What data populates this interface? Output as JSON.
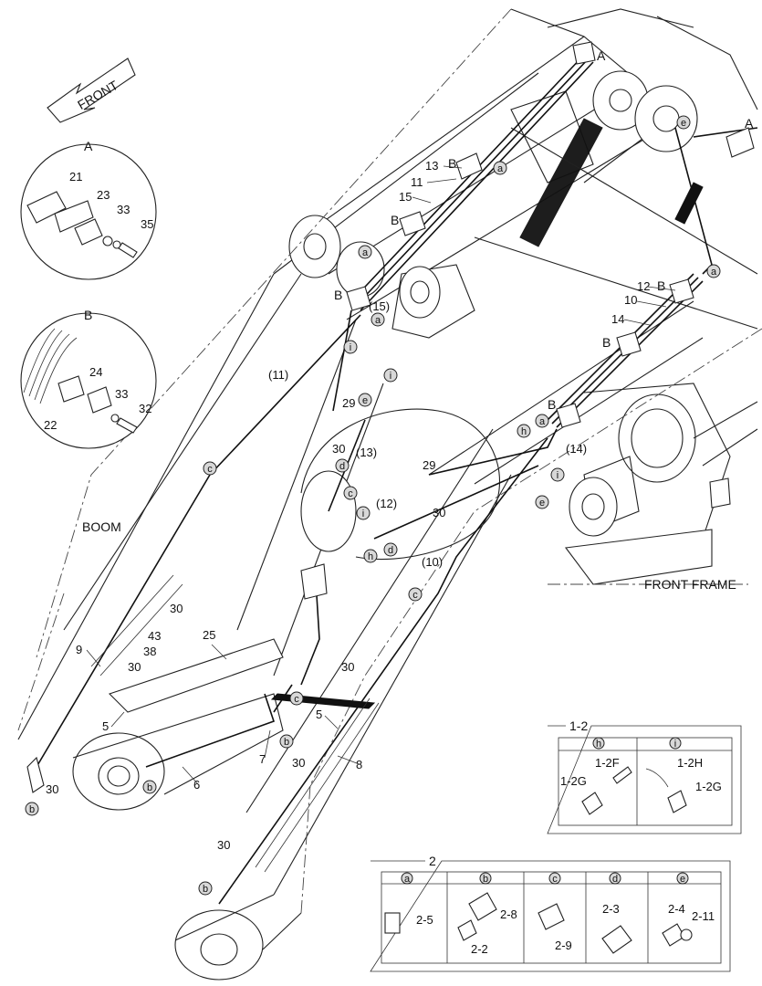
{
  "labels": {
    "front": "FRONT",
    "boom": "BOOM",
    "front_frame": "FRONT FRAME",
    "detail_a": "A",
    "detail_b": "B",
    "marker_a": "A",
    "marker_b": "B",
    "box_1_2": "1-2",
    "box_2": "2"
  },
  "detail_a_parts": [
    "21",
    "23",
    "33",
    "35"
  ],
  "detail_b_parts": [
    "24",
    "33",
    "22",
    "32"
  ],
  "callouts": {
    "p13": "13",
    "p11": "11",
    "p15": "15",
    "p12": "12",
    "p10": "10",
    "p14": "14",
    "p15b": "(15)",
    "p11b": "(11)",
    "p13b": "(13)",
    "p12b": "(12)",
    "p14b": "(14)",
    "p10b": "(10)",
    "p29a": "29",
    "p29b": "29",
    "p30a": "30",
    "p30b": "30",
    "p30c": "30",
    "p30d": "30",
    "p30e": "30",
    "p30f": "30",
    "p30g": "30",
    "p30h": "30",
    "p9": "9",
    "p5a": "5",
    "p5b": "5",
    "p43": "43",
    "p38": "38",
    "p25": "25",
    "p7": "7",
    "p6": "6",
    "p8": "8"
  },
  "refs": [
    "a",
    "b",
    "c",
    "d",
    "e",
    "h",
    "i"
  ],
  "box_1_2_parts": {
    "h_col": [
      "1-2F",
      "1-2G"
    ],
    "i_col": [
      "1-2H",
      "1-2G"
    ]
  },
  "box_2_parts": {
    "a": [
      "2-5"
    ],
    "b": [
      "2-8",
      "2-2"
    ],
    "c": [
      "2-9"
    ],
    "d": [
      "2-3"
    ],
    "e": [
      "2-4",
      "2-11"
    ]
  }
}
